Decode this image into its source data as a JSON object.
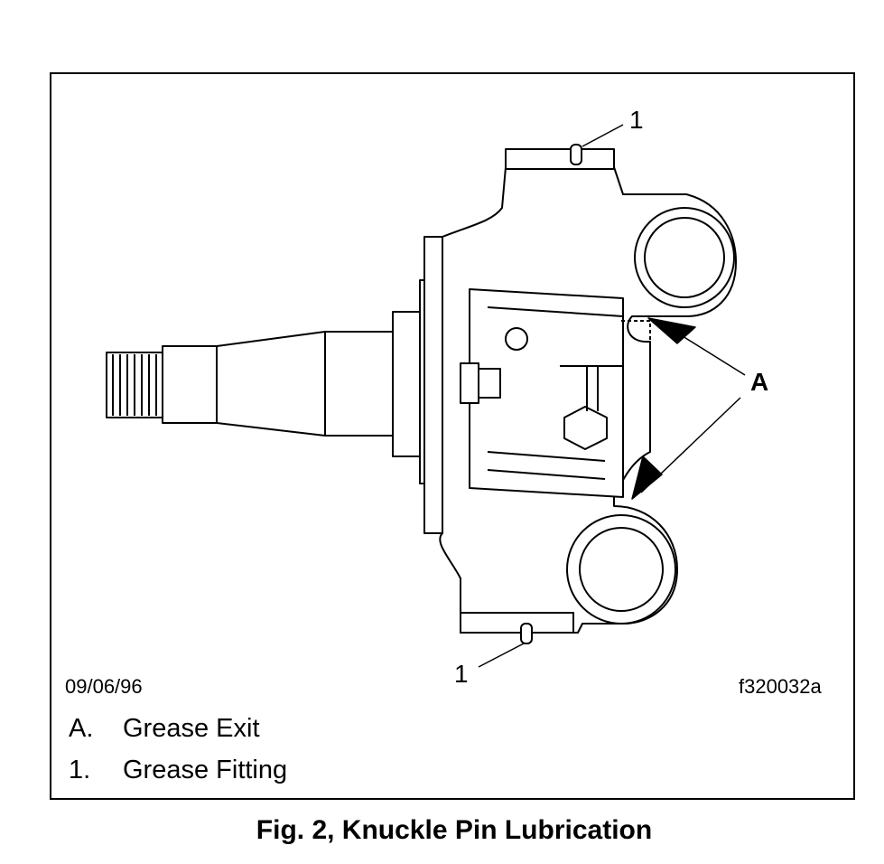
{
  "figure": {
    "callouts": {
      "top": "1",
      "bottom": "1",
      "a": "A"
    },
    "date": "09/06/96",
    "figure_id": "f320032a",
    "legend": [
      {
        "key": "A.",
        "label": "Grease Exit"
      },
      {
        "key": "1.",
        "label": "Grease Fitting"
      }
    ],
    "caption": "Fig. 2, Knuckle Pin Lubrication"
  }
}
